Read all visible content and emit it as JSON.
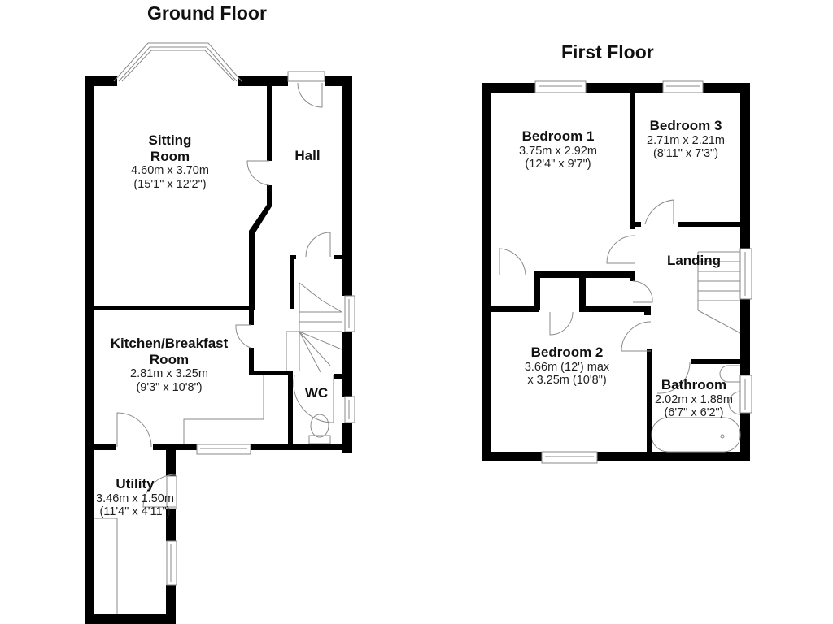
{
  "floors": {
    "ground": {
      "title": "Ground Floor",
      "rooms": {
        "sitting": {
          "name_line1": "Sitting",
          "name_line2": "Room",
          "metric": "4.60m x 3.70m",
          "imperial": "(15'1\" x 12'2\")"
        },
        "hall": {
          "name": "Hall"
        },
        "kitchen": {
          "name_line1": "Kitchen/Breakfast",
          "name_line2": "Room",
          "metric": "2.81m x 3.25m",
          "imperial": "(9'3\" x 10'8\")"
        },
        "wc": {
          "name": "WC"
        },
        "utility": {
          "name": "Utility",
          "metric": "3.46m x 1.50m",
          "imperial": "(11'4\" x 4'11\")"
        }
      }
    },
    "first": {
      "title": "First Floor",
      "rooms": {
        "bedroom1": {
          "name": "Bedroom 1",
          "metric": "3.75m x 2.92m",
          "imperial": "(12'4\" x 9'7\")"
        },
        "bedroom3": {
          "name": "Bedroom 3",
          "metric": "2.71m x 2.21m",
          "imperial": "(8'11\" x 7'3\")"
        },
        "landing": {
          "name": "Landing"
        },
        "bedroom2": {
          "name": "Bedroom 2",
          "metric": "3.66m (12') max",
          "imperial": "x 3.25m (10'8\")"
        },
        "bathroom": {
          "name": "Bathroom",
          "metric": "2.02m x 1.88m",
          "imperial": "(6'7\" x 6'2\")"
        }
      }
    }
  },
  "colors": {
    "wall": "#000000",
    "fixture": "#8a8a8a",
    "background": "#ffffff"
  }
}
